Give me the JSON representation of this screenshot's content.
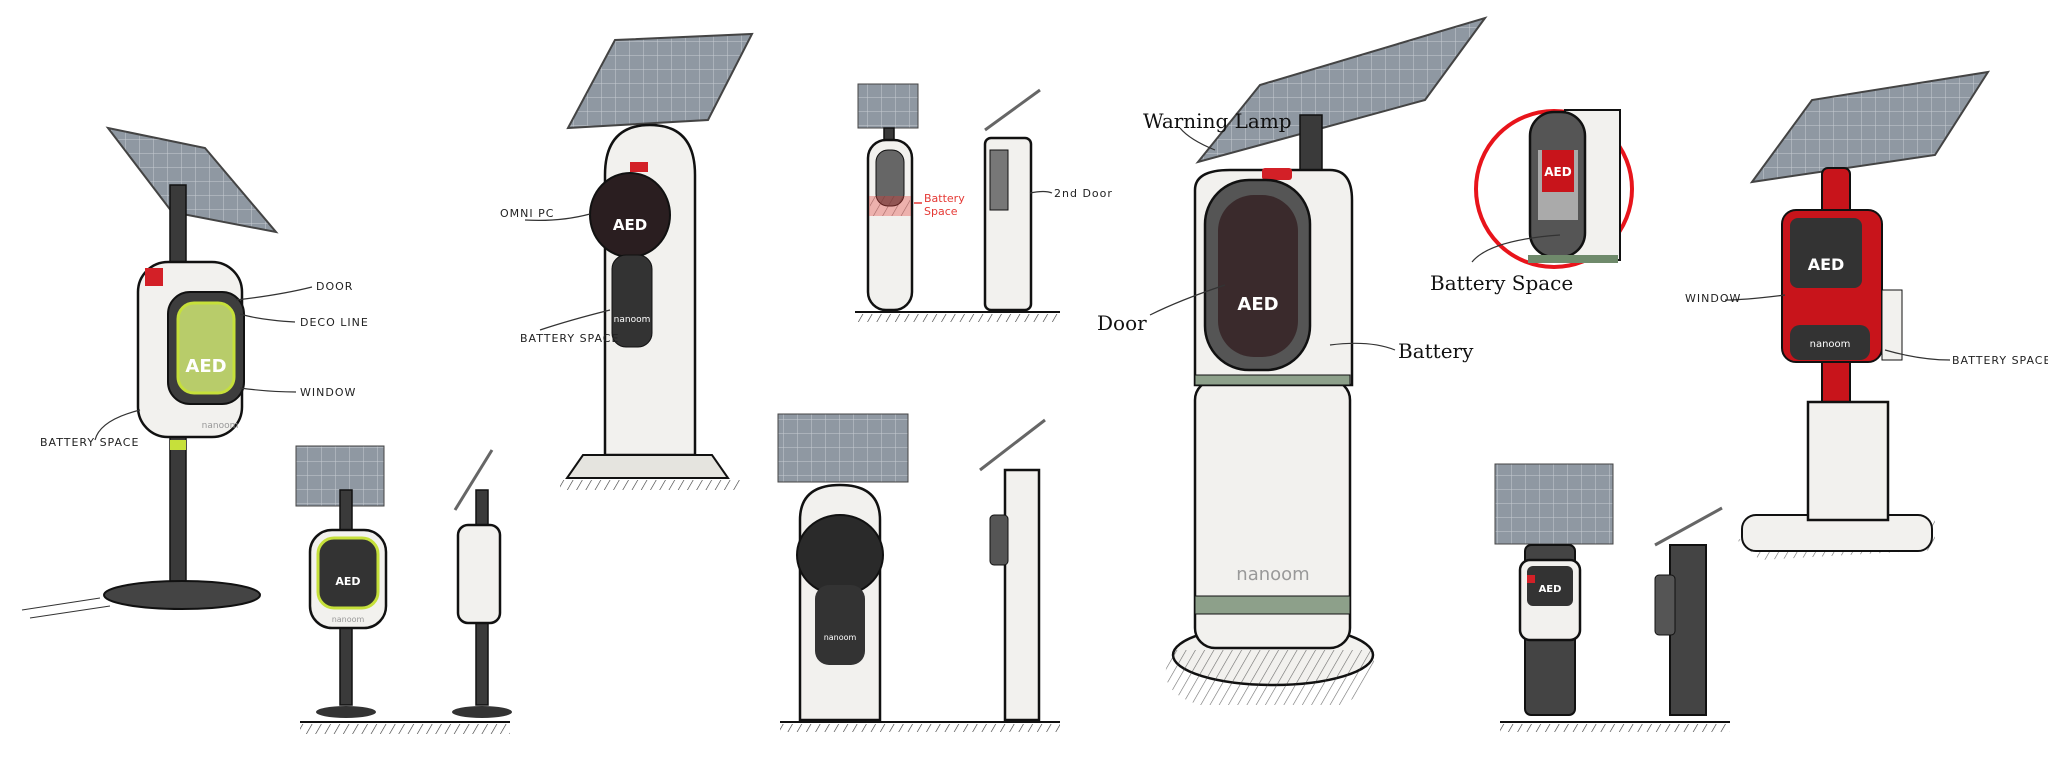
{
  "colors": {
    "accent_green": "#c6e03a",
    "accent_red": "#d32027",
    "ink": "#111111",
    "panel": "#8f98a2"
  },
  "brand": "nanoom",
  "screen_text": "AED",
  "concept1": {
    "labels": {
      "door": "DOOR",
      "deco_line": "DECO LINE",
      "window": "WINDOW",
      "battery_space": "BATTERY SPACE"
    }
  },
  "concept2": {
    "labels": {
      "omni_pc": "OMNI PC",
      "battery_space": "BATTERY SPACE"
    }
  },
  "concept2_views": {
    "labels": {
      "battery_space": "Battery Space",
      "second_door": "2nd Door"
    }
  },
  "concept3": {
    "labels": {
      "warning_lamp": "Warning Lamp",
      "door": "Door",
      "battery": "Battery"
    }
  },
  "detail": {
    "labels": {
      "battery_space": "Battery Space"
    }
  },
  "concept4": {
    "labels": {
      "window": "WINDOW",
      "battery_space": "BATTERY SPACE"
    }
  }
}
